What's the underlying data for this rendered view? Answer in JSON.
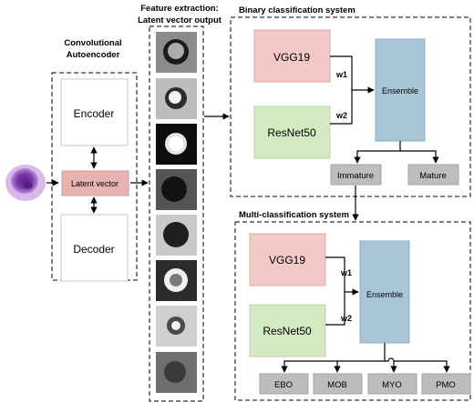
{
  "autoencoder": {
    "title_line1": "Convolutional",
    "title_line2": "Autoencoder",
    "encoder": "Encoder",
    "latent": "Latent vector",
    "decoder": "Decoder"
  },
  "feature": {
    "title_line1": "Feature extraction:",
    "title_line2": "Latent vector output",
    "tile_count": 8
  },
  "binary": {
    "title": "Binary classification system",
    "model1": "VGG19",
    "model2": "ResNet50",
    "w1": "w1",
    "w2": "w2",
    "ensemble": "Ensemble",
    "out1": "Immature",
    "out2": "Mature"
  },
  "multi": {
    "title": "Multi-classification system",
    "model1": "VGG19",
    "model2": "ResNet50",
    "w1": "w1",
    "w2": "w2",
    "ensemble": "Ensemble",
    "outputs": [
      "EBO",
      "MOB",
      "MYO",
      "PMO"
    ]
  },
  "colors": {
    "model_box": "#f2c9c7",
    "model_box_green": "#d3ebc3",
    "ensemble": "#a9c6d9",
    "latent": "#e6b3b0",
    "output_box": "#bdbdbd",
    "cell_purple": "#8a3fb5"
  }
}
